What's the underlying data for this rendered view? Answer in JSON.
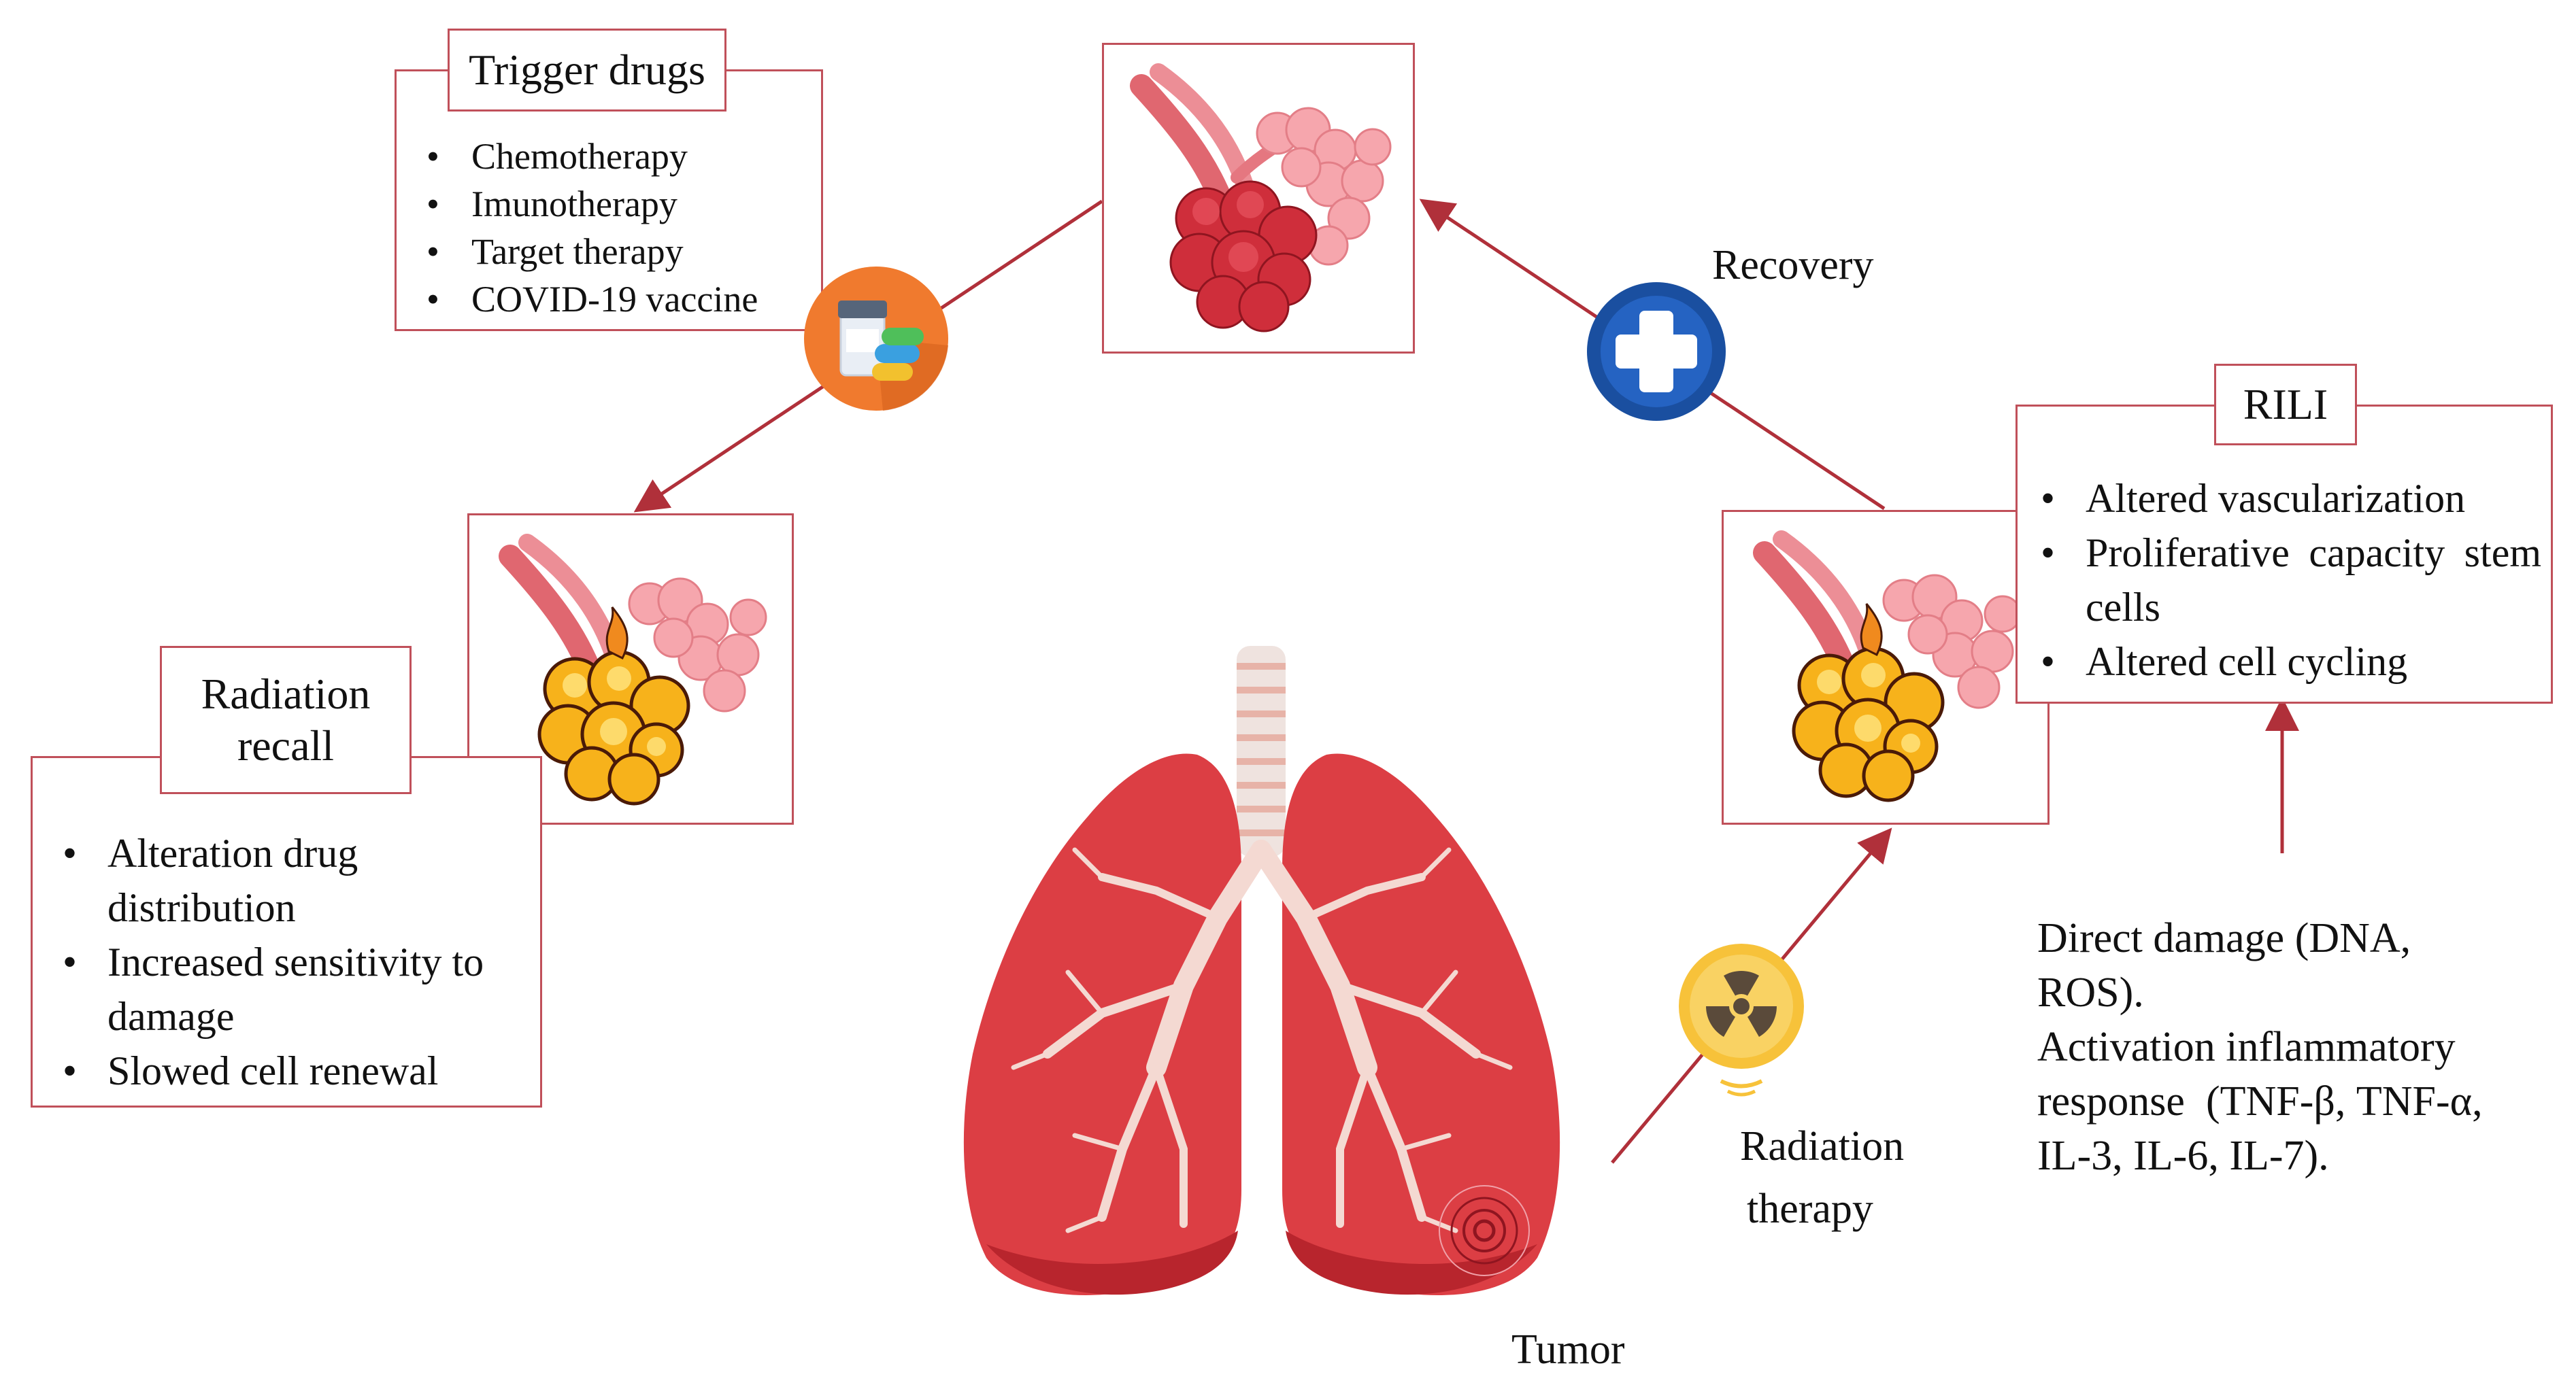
{
  "trigger_drugs": {
    "title": "Trigger drugs",
    "items": [
      "Chemotherapy",
      "Imunotherapy",
      "Target therapy",
      "COVID-19 vaccine"
    ]
  },
  "radiation_recall": {
    "title_line1": "Radiation",
    "title_line2": "recall",
    "items": [
      "Alteration drug distribution",
      "Increased sensitivity to damage",
      "Slowed cell renewal"
    ]
  },
  "rili": {
    "title": "RILI",
    "items": [
      "Altered vascularization",
      "Proliferative capacity stem cells",
      "Altered cell cycling"
    ]
  },
  "recovery_label": "Recovery",
  "radiation_therapy": {
    "line1": "Radiation",
    "line2": "therapy"
  },
  "tumor_label": "Tumor",
  "mechanism_text": {
    "line1": "Direct damage (DNA,",
    "line2": "ROS).",
    "line3": "Activation inflammatory",
    "line4": "response  (TNF-β, TNF-α,",
    "line5": "IL-3, IL-6, IL-7)."
  },
  "colors": {
    "frame": "#c0505a",
    "arrow": "#b0303a",
    "lung": "#dc3e44",
    "lung_dark": "#b8252d",
    "alveoli": "#f08a92",
    "fire": "#f7b21b",
    "pill_badge": "#f07a2e",
    "recovery_badge": "#1a4fa0",
    "radiation_badge": "#f7c23a"
  }
}
